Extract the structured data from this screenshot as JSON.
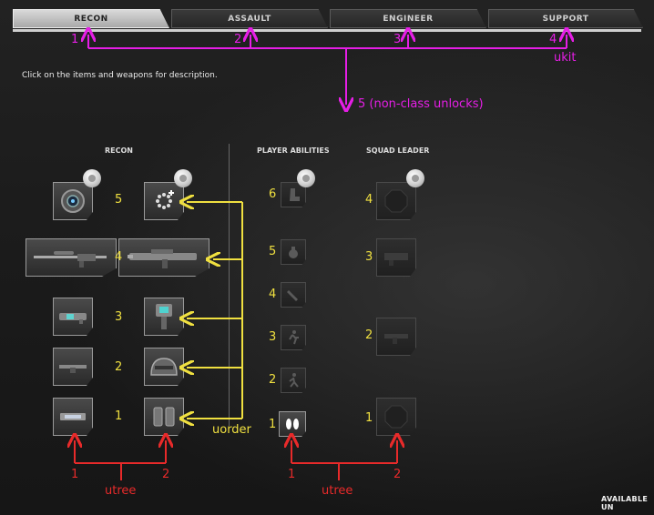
{
  "tabs": [
    {
      "label": "RECON",
      "active": true
    },
    {
      "label": "ASSAULT",
      "active": false
    },
    {
      "label": "ENGINEER",
      "active": false
    },
    {
      "label": "SUPPORT",
      "active": false
    }
  ],
  "hint": "Click on the items and weapons for description.",
  "columns": {
    "recon": "RECON",
    "abilities": "PLAYER ABILITIES",
    "squad": "SQUAD LEADER"
  },
  "corner_text": "AVAILABLE UN",
  "annotations": {
    "tab_numbers": [
      "1",
      "2",
      "3",
      "4"
    ],
    "ukit": "ukit",
    "non_class": "5 (non-class unlocks)",
    "recon_levels": [
      "5",
      "4",
      "3",
      "2",
      "1"
    ],
    "uorder": "uorder",
    "abilities_levels": [
      "6",
      "5",
      "4",
      "3",
      "2",
      "1"
    ],
    "squad_levels": [
      "4",
      "3",
      "2",
      "1"
    ],
    "tree_left": {
      "a": "1",
      "b": "2",
      "label": "utree"
    },
    "tree_right": {
      "a": "1",
      "b": "2",
      "label": "utree"
    }
  },
  "colors": {
    "magenta": "#e61ee6",
    "yellow": "#f0e040",
    "red": "#e82a2a"
  },
  "icons": {
    "recon_items": [
      "motion-sensor-icon",
      "sniper-rifle-icon",
      "gadget-launcher-icon",
      "pistol-icon",
      "rifle-icon",
      "c4-icon"
    ],
    "recon_specs": [
      "spotting-upgrade-icon",
      "assault-rifle-icon",
      "radio-beacon-icon",
      "helmet-icon",
      "ammo-pouch-icon"
    ],
    "abilities": [
      "boot-icon",
      "grenade-icon",
      "knife-icon",
      "sprint-icon",
      "run-icon",
      "footprints-icon"
    ],
    "squad": [
      "octagon-icon",
      "launcher-icon",
      "gun-icon",
      "octagon-icon"
    ]
  }
}
